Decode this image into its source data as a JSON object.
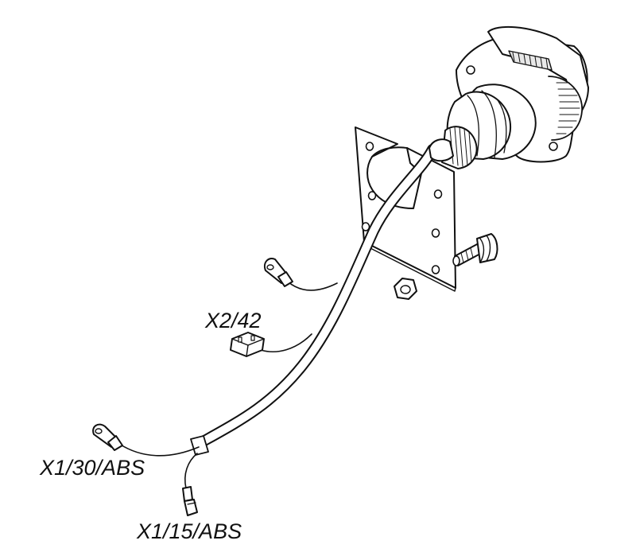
{
  "labels": {
    "x2_42": "X2/42",
    "x1_30_abs": "X1/30/ABS",
    "x1_15_abs": "X1/15/ABS"
  },
  "colors": {
    "line": "#111111",
    "fill": "#ffffff",
    "shade": "#dcdcdc"
  }
}
